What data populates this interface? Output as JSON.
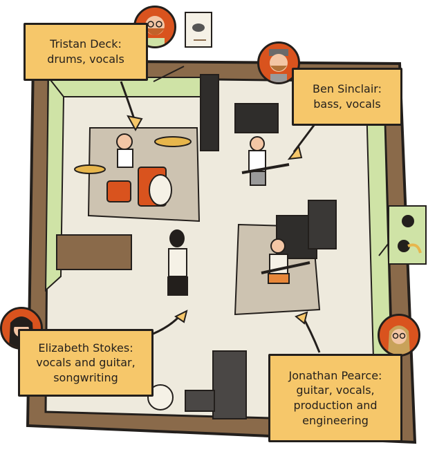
{
  "colors": {
    "floor": "#eeeadd",
    "wall": "#8a6a4a",
    "wall_green": "#cfe3a6",
    "label_fill": "#f6c76a",
    "avatar_fill": "#d9531e",
    "ink": "#231f1c",
    "drum_red": "#d9531e"
  },
  "members": [
    {
      "name_line": "Tristan Deck:",
      "role_lines": [
        "drums, vocals"
      ],
      "icon": "bearded-man-glasses-avatar"
    },
    {
      "name_line": "Ben Sinclair:",
      "role_lines": [
        "bass, vocals"
      ],
      "icon": "man-cap-beard-avatar"
    },
    {
      "name_line": "Elizabeth Stokes:",
      "role_lines": [
        "vocals and guitar,",
        "songwriting"
      ],
      "icon": "woman-bangs-avatar"
    },
    {
      "name_line": "Jonathan Pearce:",
      "role_lines": [
        "guitar, vocals,",
        "production and",
        "engineering"
      ],
      "icon": "man-long-hair-glasses-avatar"
    }
  ],
  "icons": [
    "bird-poster-icon",
    "toucan-poster-icon",
    "drum-kit-icon",
    "guitar-icon",
    "amp-stack-icon",
    "pedalboard-icon"
  ]
}
